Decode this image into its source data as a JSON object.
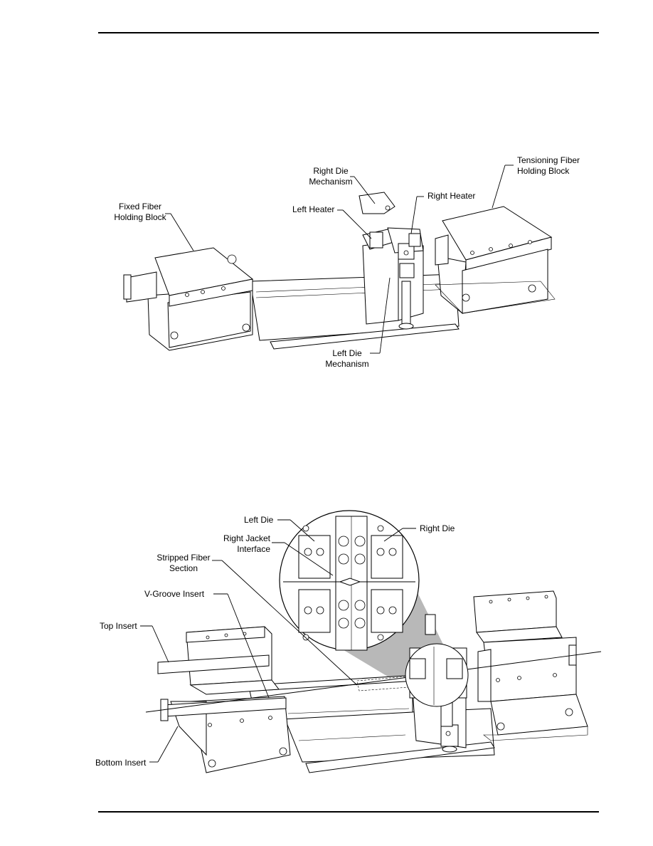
{
  "figure1": {
    "labels": {
      "right_die_mechanism": "Right Die\nMechanism",
      "tensioning_block": "Tensioning Fiber\nHolding Block",
      "right_heater": "Right Heater",
      "left_heater": "Left Heater",
      "fixed_block": "Fixed Fiber\nHolding Block",
      "left_die_mechanism": "Left Die\nMechanism"
    }
  },
  "figure2": {
    "labels": {
      "left_die": "Left Die",
      "right_die": "Right Die",
      "right_jacket_interface": "Right Jacket\nInterface",
      "stripped_fiber_section": "Stripped Fiber\nSection",
      "v_groove_insert": "V-Groove Insert",
      "top_insert": "Top Insert",
      "bottom_insert": "Bottom Insert"
    }
  }
}
